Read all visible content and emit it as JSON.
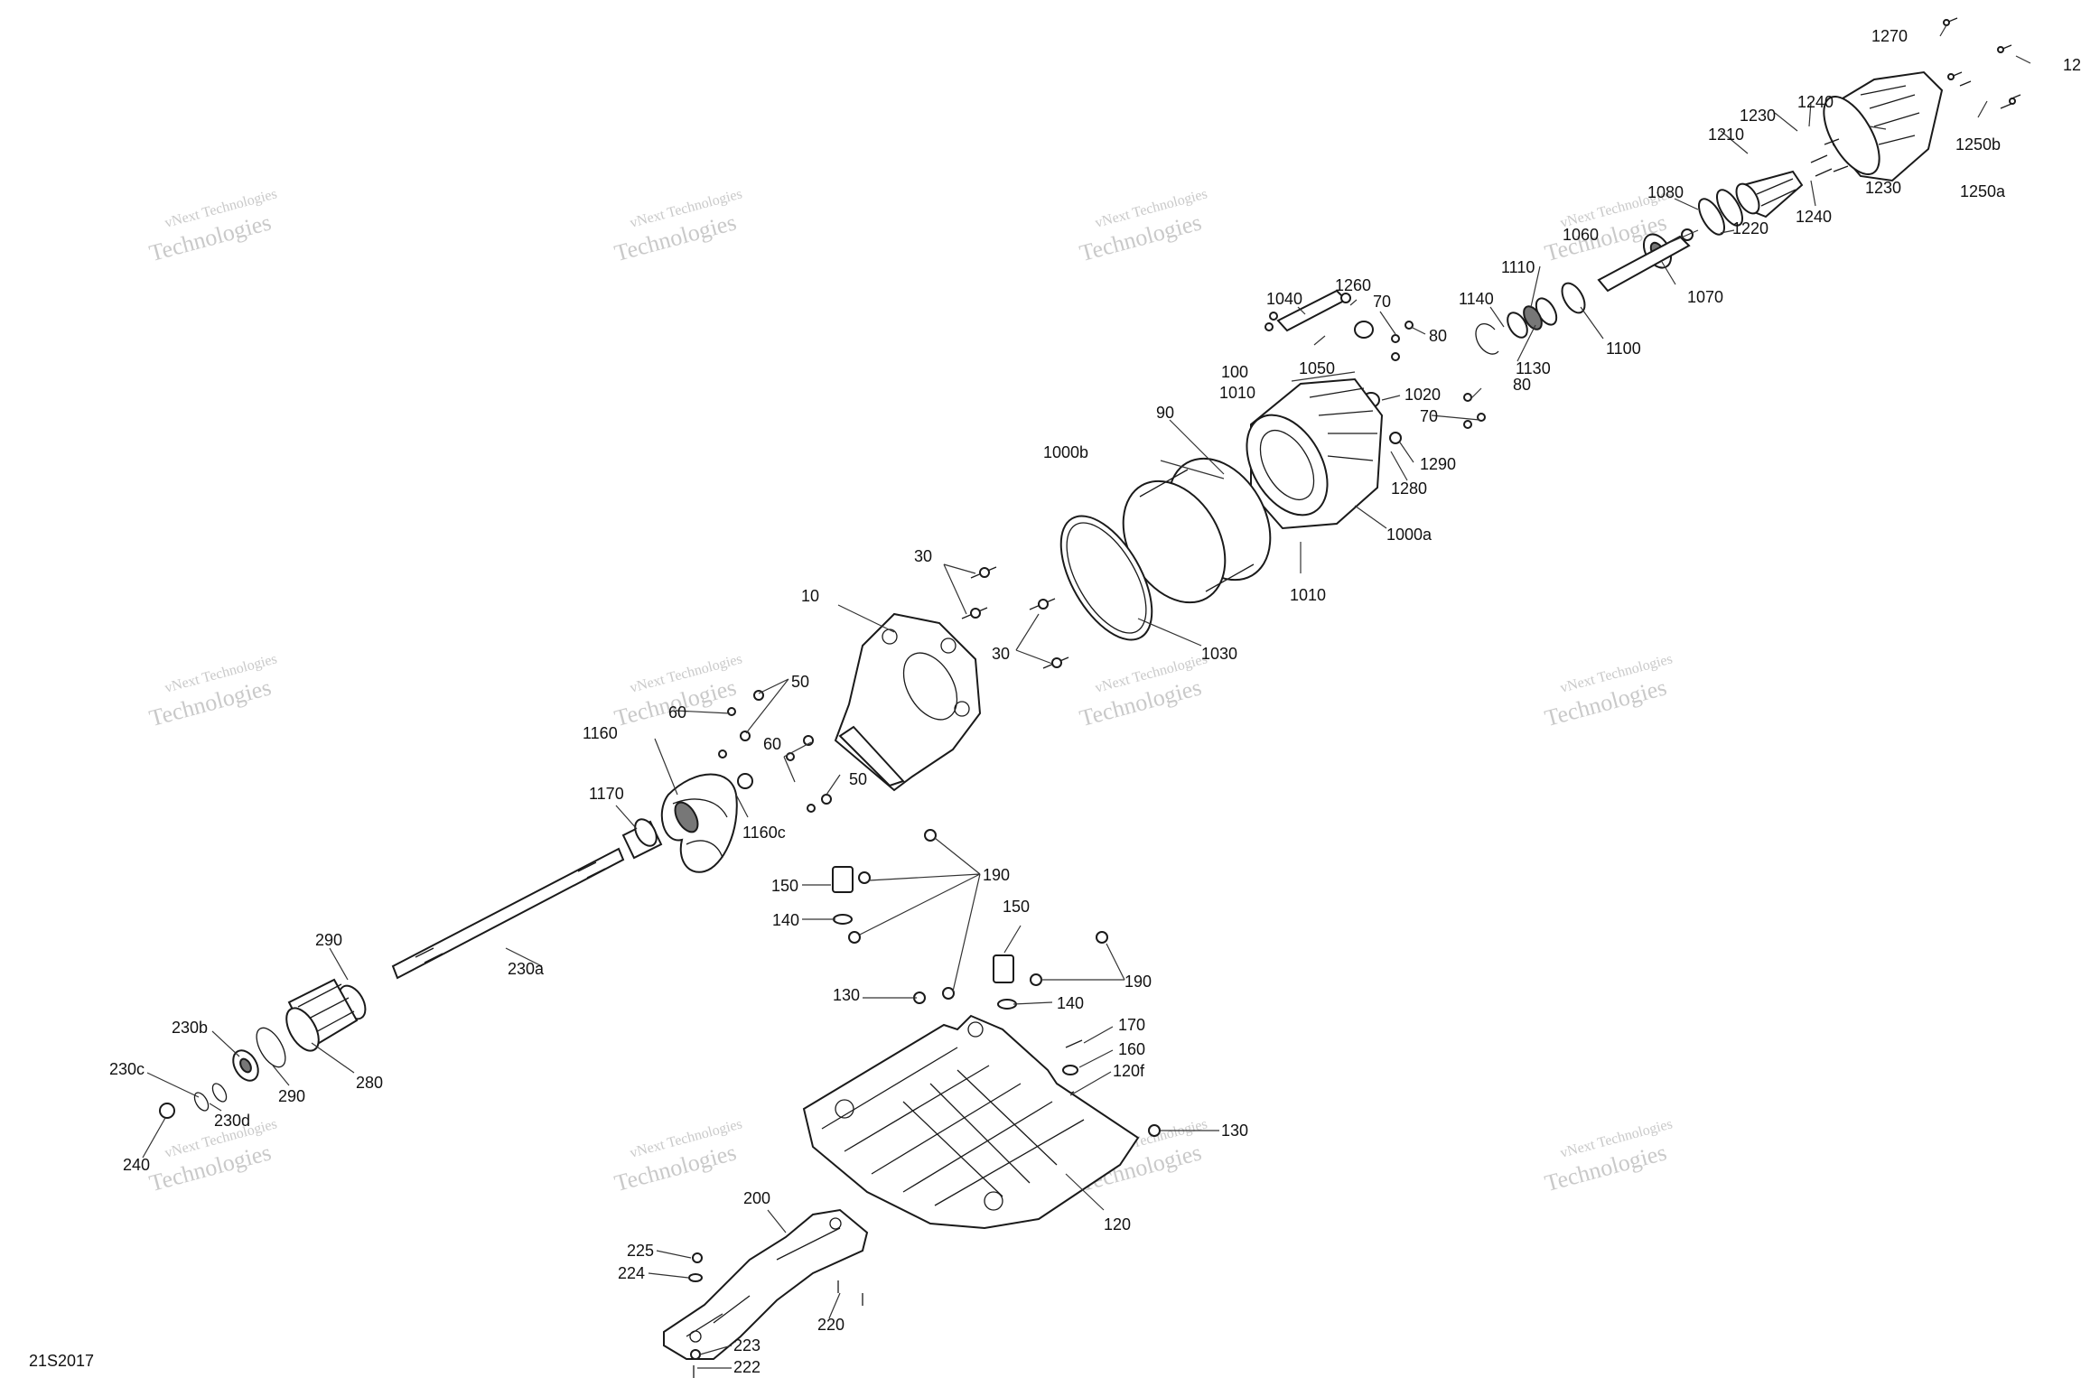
{
  "diagram_id": "21S2017",
  "watermark": {
    "line1": "vNext Technologies",
    "line2": "Technologies"
  },
  "callouts": {
    "c1270": "1270",
    "c12x": "12",
    "c1240a": "1240",
    "c1230a": "1230",
    "c1210": "1210",
    "c1250b": "1250b",
    "c1230b": "1230",
    "c1250a": "1250a",
    "c1240b": "1240",
    "c1080": "1080",
    "c1060": "1060",
    "c1220": "1220",
    "c1070": "1070",
    "c1110": "1110",
    "c1140": "1140",
    "c1100": "1100",
    "c1130": "1130",
    "c1040": "1040",
    "c1260": "1260",
    "c70a": "70",
    "c80a": "80",
    "c100": "100",
    "c1050": "1050",
    "c1010a": "1010",
    "c1020": "1020",
    "c80b": "80",
    "c70b": "70",
    "c90": "90",
    "c1290": "1290",
    "c1280": "1280",
    "c1000b": "1000b",
    "c1000a": "1000a",
    "c1010b": "1010",
    "c30a": "30",
    "c10": "10",
    "c1030": "1030",
    "c30b": "30",
    "c50a": "50",
    "c60a": "60",
    "c1160": "1160",
    "c60b": "60",
    "c50b": "50",
    "c1170": "1170",
    "c1160c": "1160c",
    "c190a": "190",
    "c150a": "150",
    "c140a": "140",
    "c150b": "150",
    "c290a": "290",
    "c230a": "230a",
    "c190b": "190",
    "c130a": "130",
    "c140b": "140",
    "c230b": "230b",
    "c170": "170",
    "c160": "160",
    "c230c": "230c",
    "c290b": "290",
    "c280": "280",
    "c120f": "120f",
    "c230d": "230d",
    "c240": "240",
    "c130b": "130",
    "c120": "120",
    "c200": "200",
    "c225": "225",
    "c224": "224",
    "c220": "220",
    "c223": "223",
    "c222": "222"
  }
}
